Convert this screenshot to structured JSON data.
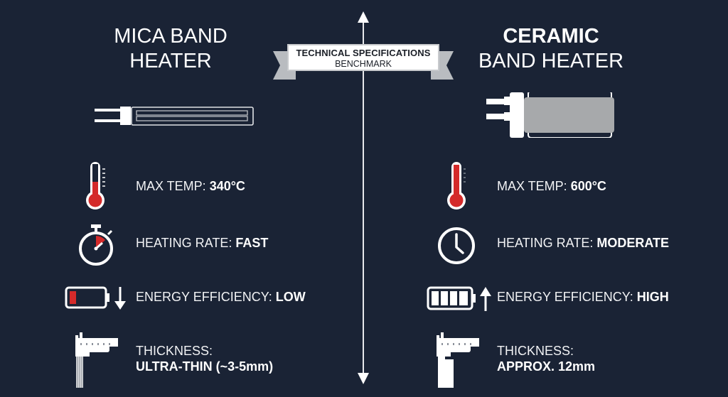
{
  "banner": {
    "line1": "TECHNICAL SPECIFICATIONS",
    "line2": "BENCHMARK"
  },
  "colors": {
    "background": "#1a2335",
    "accent_red": "#d42a2a",
    "text": "#f2f3f5",
    "ceramic_gray": "#a7a9ab"
  },
  "left": {
    "title_line1": "MICA BAND",
    "title_line2": "HEATER",
    "specs": [
      {
        "icon": "thermometer-icon",
        "label": "MAX TEMP: ",
        "value": "340°C"
      },
      {
        "icon": "stopwatch-icon",
        "label": "HEATING RATE: ",
        "value": "FAST"
      },
      {
        "icon": "battery-low-icon",
        "label": "ENERGY EFFICIENCY: ",
        "value": "LOW"
      },
      {
        "icon": "caliper-icon",
        "label": "THICKNESS:",
        "value": "ULTRA-THIN (~3-5mm)"
      }
    ]
  },
  "right": {
    "title_line1": "CERAMIC",
    "title_line2": "BAND HEATER",
    "specs": [
      {
        "icon": "thermometer-icon",
        "label": "MAX TEMP: ",
        "value": "600°C"
      },
      {
        "icon": "clock-icon",
        "label": "HEATING RATE: ",
        "value": "MODERATE"
      },
      {
        "icon": "battery-full-icon",
        "label": "ENERGY EFFICIENCY: ",
        "value": "HIGH"
      },
      {
        "icon": "caliper-icon",
        "label": "THICKNESS:",
        "value": "APPROX. 12mm"
      }
    ]
  }
}
